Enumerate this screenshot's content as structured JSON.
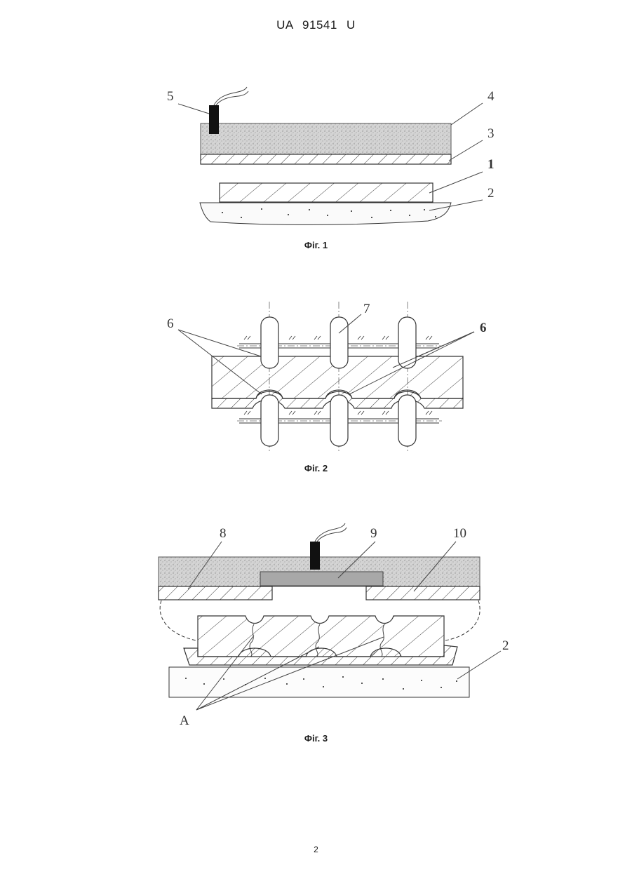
{
  "header": {
    "text": "UA 91541 U"
  },
  "figures": [
    {
      "caption": "Фіг. 1",
      "labels": {
        "l5": "5",
        "l4": "4",
        "l3": "3",
        "l1": "1",
        "l2": "2"
      }
    },
    {
      "caption": "Фіг. 2",
      "labels": {
        "l6a": "6",
        "l7": "7",
        "l6b": "6"
      }
    },
    {
      "caption": "Фіг. 3",
      "labels": {
        "l8": "8",
        "l9": "9",
        "l10": "10",
        "l2": "2",
        "lA": "A"
      }
    }
  ],
  "page_number": "2"
}
